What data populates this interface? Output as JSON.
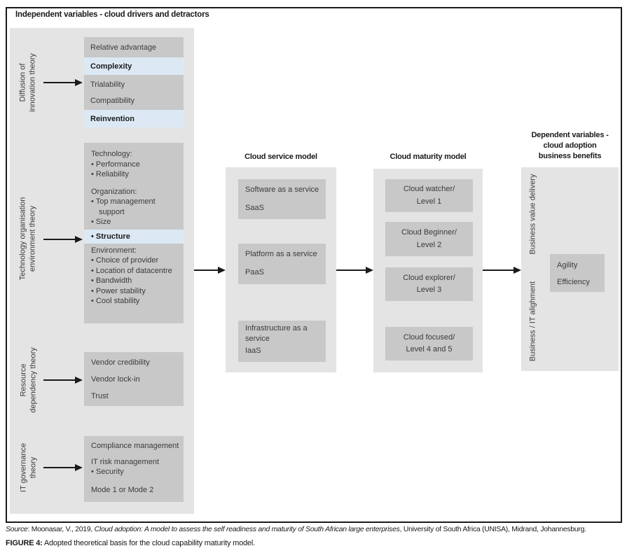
{
  "colors": {
    "panel_bg": "#e4e4e4",
    "box_bg": "#c8c8c8",
    "highlight_bg": "#dce9f5",
    "arrow": "#1a1a1a"
  },
  "header": {
    "independent_title": "Independent variables - cloud drivers and detractors"
  },
  "diffusion": {
    "label": "Diffusion of\ninnovation theory",
    "relative_advantage": "Relative advantage",
    "complexity": "Complexity",
    "trialability": "Trialability",
    "compatibility": "Compatibility",
    "reinvention": "Reinvention"
  },
  "toe": {
    "label": "Technology organisation\nenvironment theory",
    "technology_heading": "Technology:",
    "performance": "• Performance",
    "reliability": "• Reliability",
    "organization_heading": "Organization:",
    "top_management": "• Top management support",
    "size": "• Size",
    "structure": "• Structure",
    "environment_heading": "Environment:",
    "choice_of_provider": "• Choice of provider",
    "location_of_datacentre": "• Location of datacentre",
    "bandwidth": "• Bandwidth",
    "power_stability": "• Power stability",
    "cool_stability": "• Cool stability"
  },
  "resource": {
    "label": "Resource\ndependency theory",
    "vendor_credibility": "Vendor credibility",
    "vendor_lockin": "Vendor lock-in",
    "trust": "Trust"
  },
  "governance": {
    "label": "IT governance\ntheory",
    "compliance": "Compliance management",
    "risk": "IT risk management",
    "security": "• Security",
    "mode": "Mode 1 or Mode 2"
  },
  "service_model": {
    "title": "Cloud service model",
    "boxes": [
      {
        "line1": "Software as a service",
        "line2": "SaaS"
      },
      {
        "line1": "Platform as a service",
        "line2": "PaaS"
      },
      {
        "line1": "Infrastructure as a service",
        "line2": "IaaS"
      }
    ]
  },
  "maturity_model": {
    "title": "Cloud maturity model",
    "boxes": [
      {
        "line1": "Cloud watcher/",
        "line2": "Level 1"
      },
      {
        "line1": "Cloud Beginner/",
        "line2": "Level 2"
      },
      {
        "line1": "Cloud explorer/",
        "line2": "Level 3"
      },
      {
        "line1": "Cloud focused/",
        "line2": "Level 4 and 5"
      }
    ]
  },
  "dependent": {
    "title": "Dependent variables -\ncloud adoption\nbusiness benefits",
    "value_delivery_label": "Business value delivery",
    "it_alignment_label": "Business / IT alighment",
    "benefits": {
      "agility": "Agility",
      "efficiency": "Efficiency"
    }
  },
  "footer": {
    "source_label": "Source",
    "source_pre": ": Moonasar, V., 2019, ",
    "source_title": "Cloud adoption: A model to assess the self readiness and maturity of South African large enterprises",
    "source_post": ", University of South Africa (UNISA), Midrand, Johannesburg.",
    "figure_label": "FIGURE 4:",
    "figure_caption": " Adopted theoretical basis for the cloud capability maturity model."
  }
}
